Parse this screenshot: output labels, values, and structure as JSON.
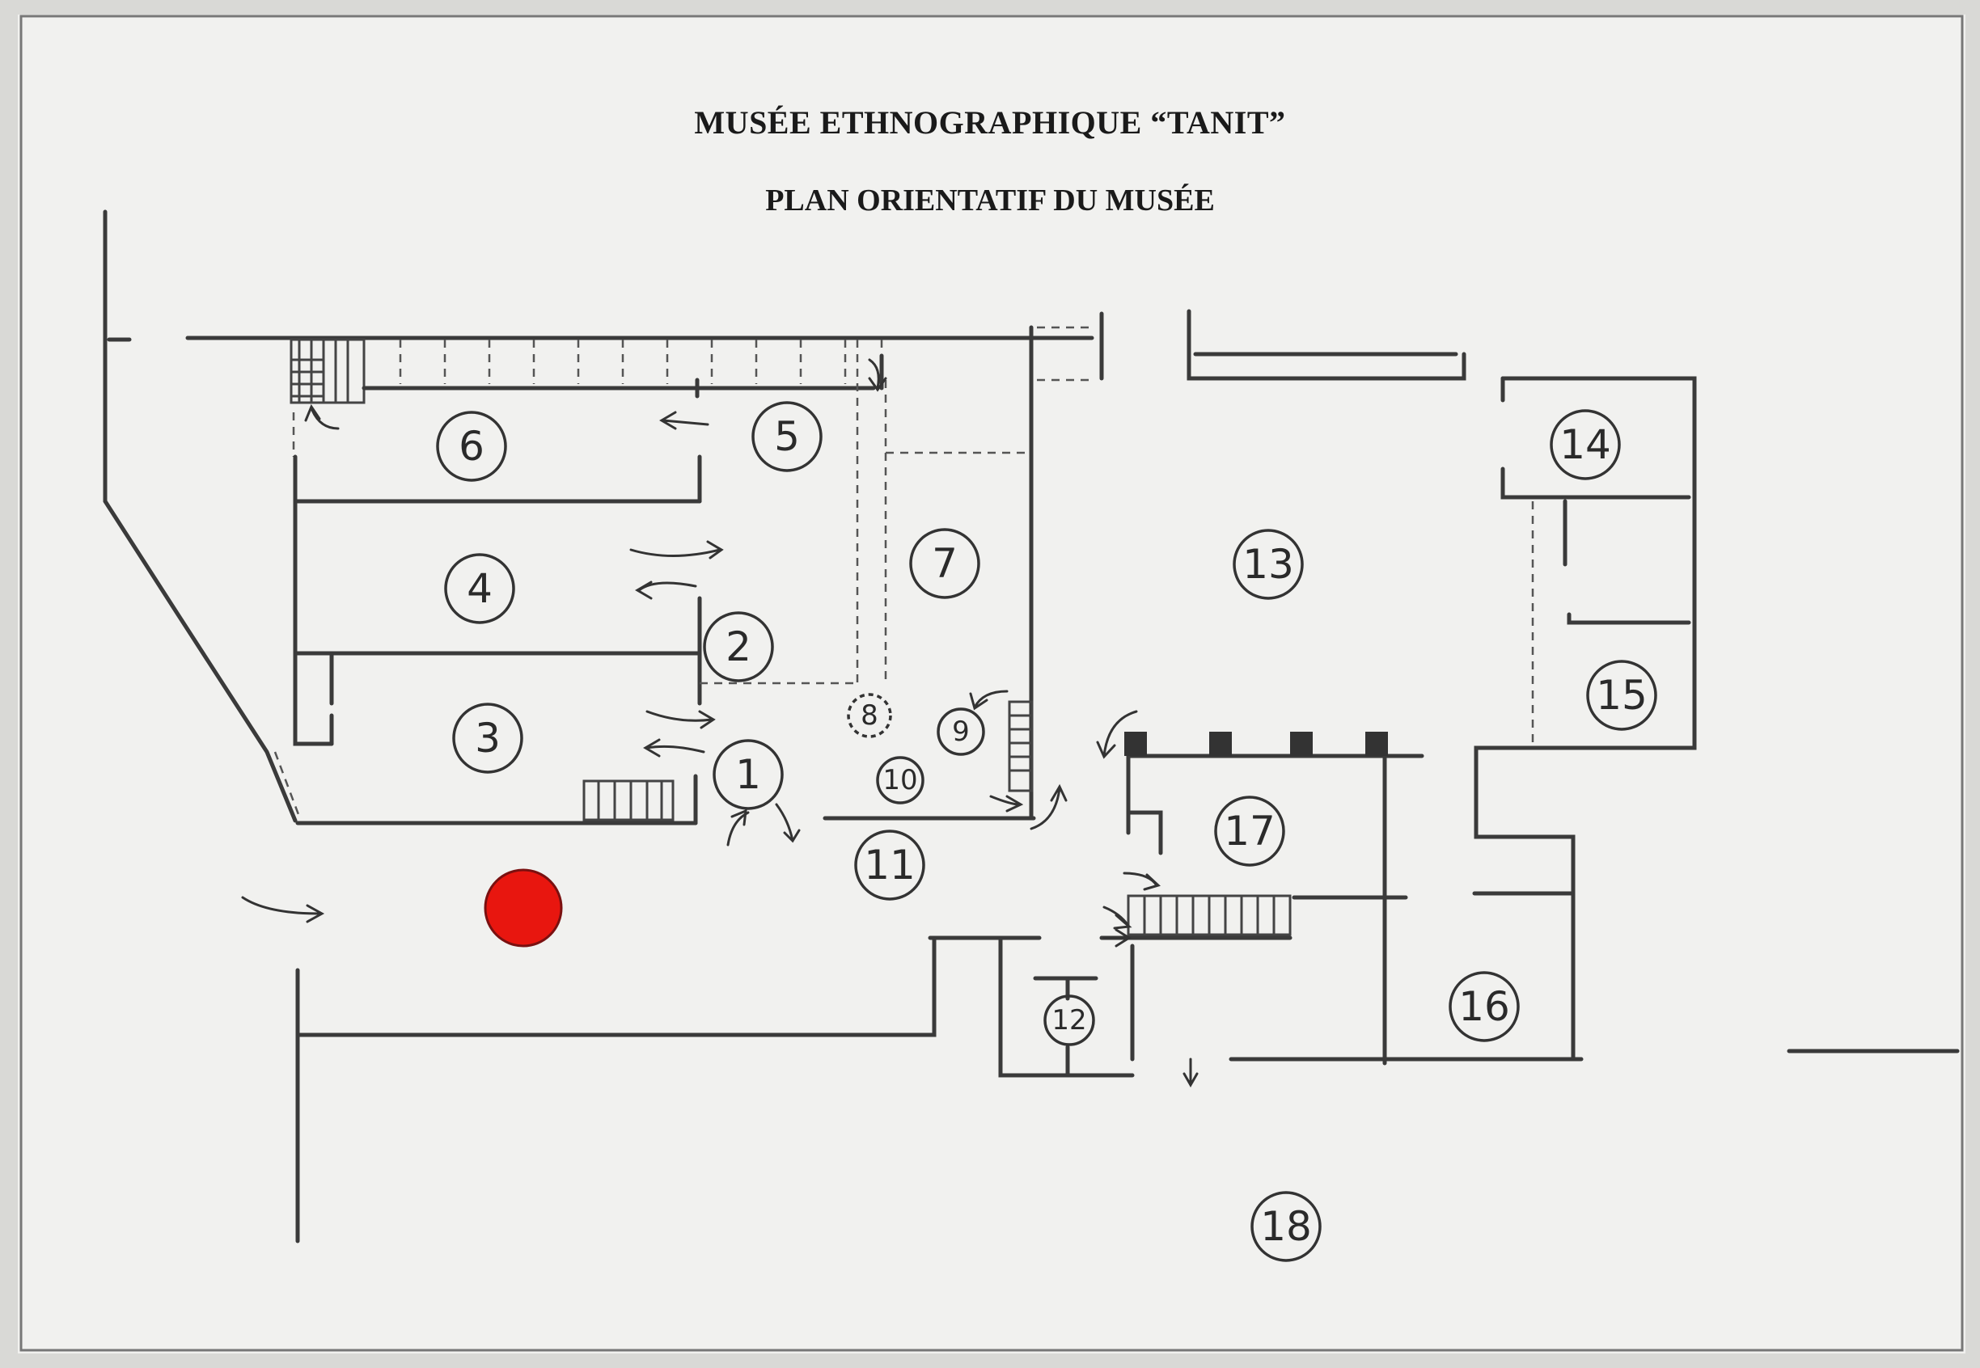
{
  "header": {
    "title": "MUSÉE ETHNOGRAPHIQUE “TANIT”",
    "subtitle": "PLAN ORIENTATIF DU MUSÉE"
  },
  "marker": {
    "color": "#e8160f",
    "meaning": ""
  },
  "rooms": [
    {
      "id": "room-1",
      "label": "1"
    },
    {
      "id": "room-2",
      "label": "2"
    },
    {
      "id": "room-3",
      "label": "3"
    },
    {
      "id": "room-4",
      "label": "4"
    },
    {
      "id": "room-5",
      "label": "5"
    },
    {
      "id": "room-6",
      "label": "6"
    },
    {
      "id": "room-7",
      "label": "7"
    },
    {
      "id": "room-8",
      "label": "8"
    },
    {
      "id": "room-9",
      "label": "9"
    },
    {
      "id": "room-10",
      "label": "10"
    },
    {
      "id": "room-11",
      "label": "11"
    },
    {
      "id": "room-12",
      "label": "12"
    },
    {
      "id": "room-13",
      "label": "13"
    },
    {
      "id": "room-14",
      "label": "14"
    },
    {
      "id": "room-15",
      "label": "15"
    },
    {
      "id": "room-16",
      "label": "16"
    },
    {
      "id": "room-17",
      "label": "17"
    },
    {
      "id": "room-18",
      "label": "18"
    }
  ]
}
